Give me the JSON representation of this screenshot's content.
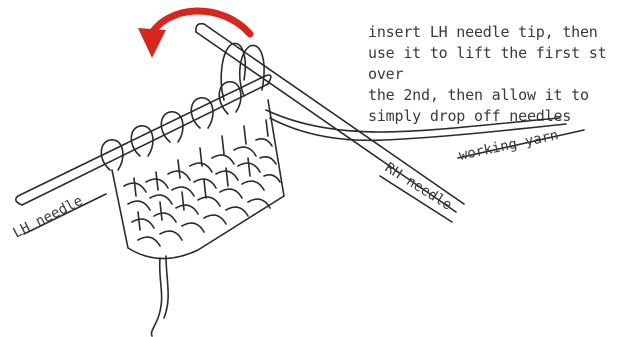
{
  "instruction": "insert LH needle tip, then\nuse it to lift the first st over\nthe 2nd, then allow it to\nsimply drop off needles",
  "labels": {
    "lh_needle": "LH needle",
    "rh_needle": "RH needle",
    "working_yarn": "working yarn"
  },
  "colors": {
    "ink": "#2b2b2b",
    "arrow": "#d7261e"
  }
}
